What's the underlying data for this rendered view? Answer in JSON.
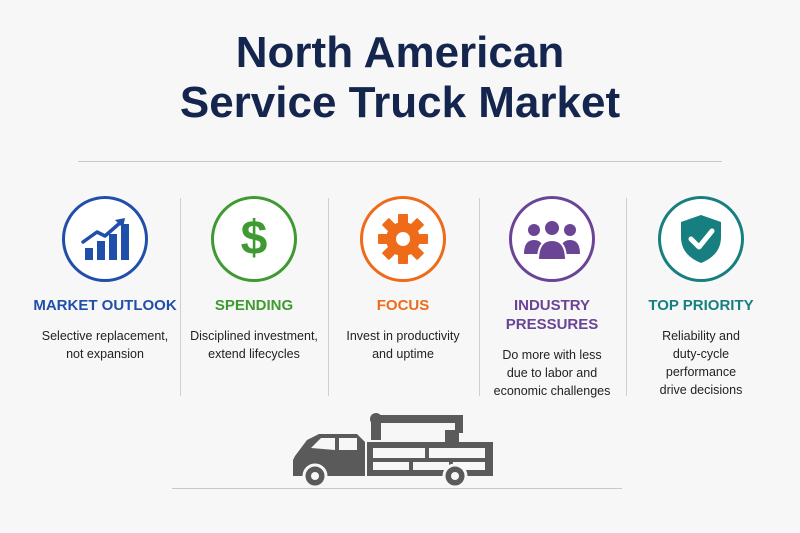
{
  "title": {
    "line1": "North American",
    "line2": "Service Truck Market"
  },
  "columns": [
    {
      "heading": "MARKET OUTLOOK",
      "desc_lines": [
        "Selective replacement,",
        "not expansion"
      ],
      "icon": "trend-chart-icon",
      "color": "#1f4fa8"
    },
    {
      "heading": "SPENDING",
      "desc_lines": [
        "Disciplined investment,",
        "extend lifecycles"
      ],
      "icon": "dollar-icon",
      "color": "#3f9a32"
    },
    {
      "heading": "FOCUS",
      "desc_lines": [
        "Invest in productivity",
        "and uptime"
      ],
      "icon": "gear-icon",
      "color": "#ee6b1a"
    },
    {
      "heading_lines": [
        "INDUSTRY",
        "PRESSURES"
      ],
      "desc_lines": [
        "Do more with less",
        "due to labor and",
        "economic challenges"
      ],
      "icon": "people-icon",
      "color": "#6a4596"
    },
    {
      "heading": "TOP PRIORITY",
      "desc_lines": [
        "Reliability and",
        "duty-cycle",
        "performance",
        "drive decisions"
      ],
      "icon": "shield-check-icon",
      "color": "#177f80"
    }
  ],
  "illustration": {
    "icon": "service-truck-icon",
    "color": "#5a5a5a"
  },
  "dollar_glyph": "$"
}
